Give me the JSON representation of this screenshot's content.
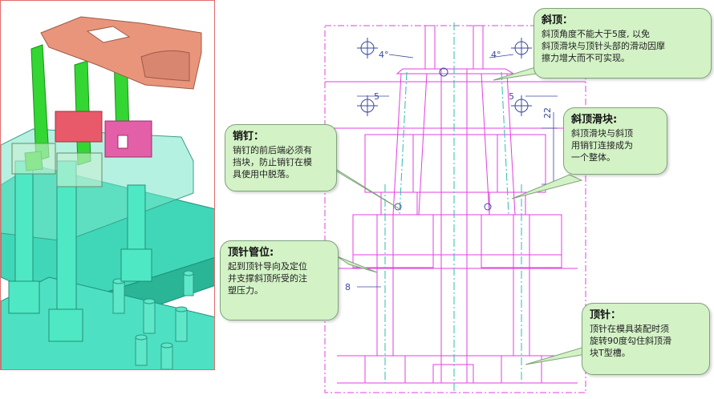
{
  "callouts": {
    "lifter": {
      "title": "斜顶：",
      "body": "斜顶角度不能大于5度, 以免\n斜顶滑块与顶针头部的滑动因摩\n擦力增大而不可实现。"
    },
    "pin": {
      "title": "销钉：",
      "body": "销钉的前后端必须有\n挡块，防止销钉在模\n具使用中脱落。"
    },
    "slider": {
      "title": "斜顶滑块:",
      "body": "斜顶滑块与斜顶\n用销钉连接成为\n一个整体。"
    },
    "sleeve": {
      "title": "顶针管位:",
      "body": "起到顶针导向及定位\n并支撑斜顶所受的注\n塑压力。"
    },
    "ejector": {
      "title": "顶针：",
      "body": "顶针在模具装配时须\n旋转90度勾住斜顶滑\n块T型槽。"
    }
  },
  "dimensions": {
    "angle_left": "4°",
    "angle_right": "4°",
    "offset_left": "5",
    "offset_right": "5",
    "height_right": "22",
    "offset_bottom": "8"
  },
  "colors": {
    "outline": "#e040e0",
    "centerline": "#2dbdb0",
    "dimension": "#3a4a9a",
    "callout_fill": "#d3f2c6",
    "model_green": "#33d633",
    "model_teal": "#3fd7b8",
    "model_salmon": "#e9957c",
    "panel_border": "#e36b6b"
  }
}
